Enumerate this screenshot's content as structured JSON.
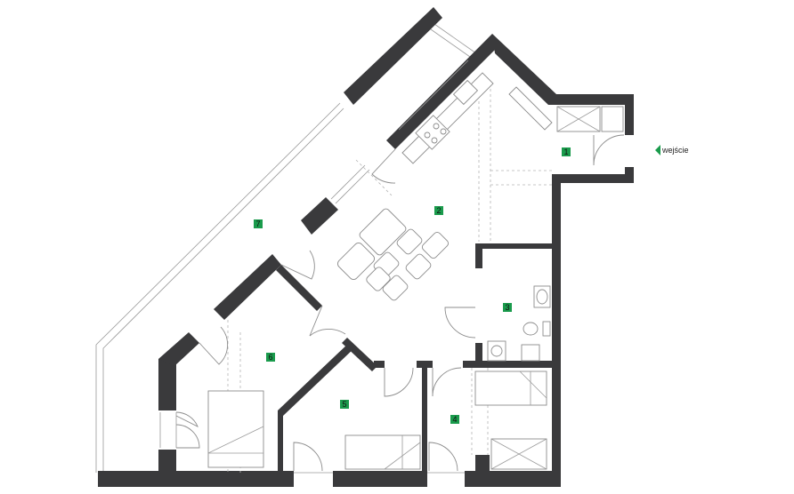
{
  "plan": {
    "entrance_label": "wejście",
    "rooms": [
      {
        "number": "1"
      },
      {
        "number": "2"
      },
      {
        "number": "3"
      },
      {
        "number": "4"
      },
      {
        "number": "5"
      },
      {
        "number": "6"
      },
      {
        "number": "7"
      }
    ],
    "colors": {
      "wall": "#3a3a3c",
      "room_tag": "#1a9b4c",
      "entrance_arrow": "#1a9b4c"
    }
  }
}
